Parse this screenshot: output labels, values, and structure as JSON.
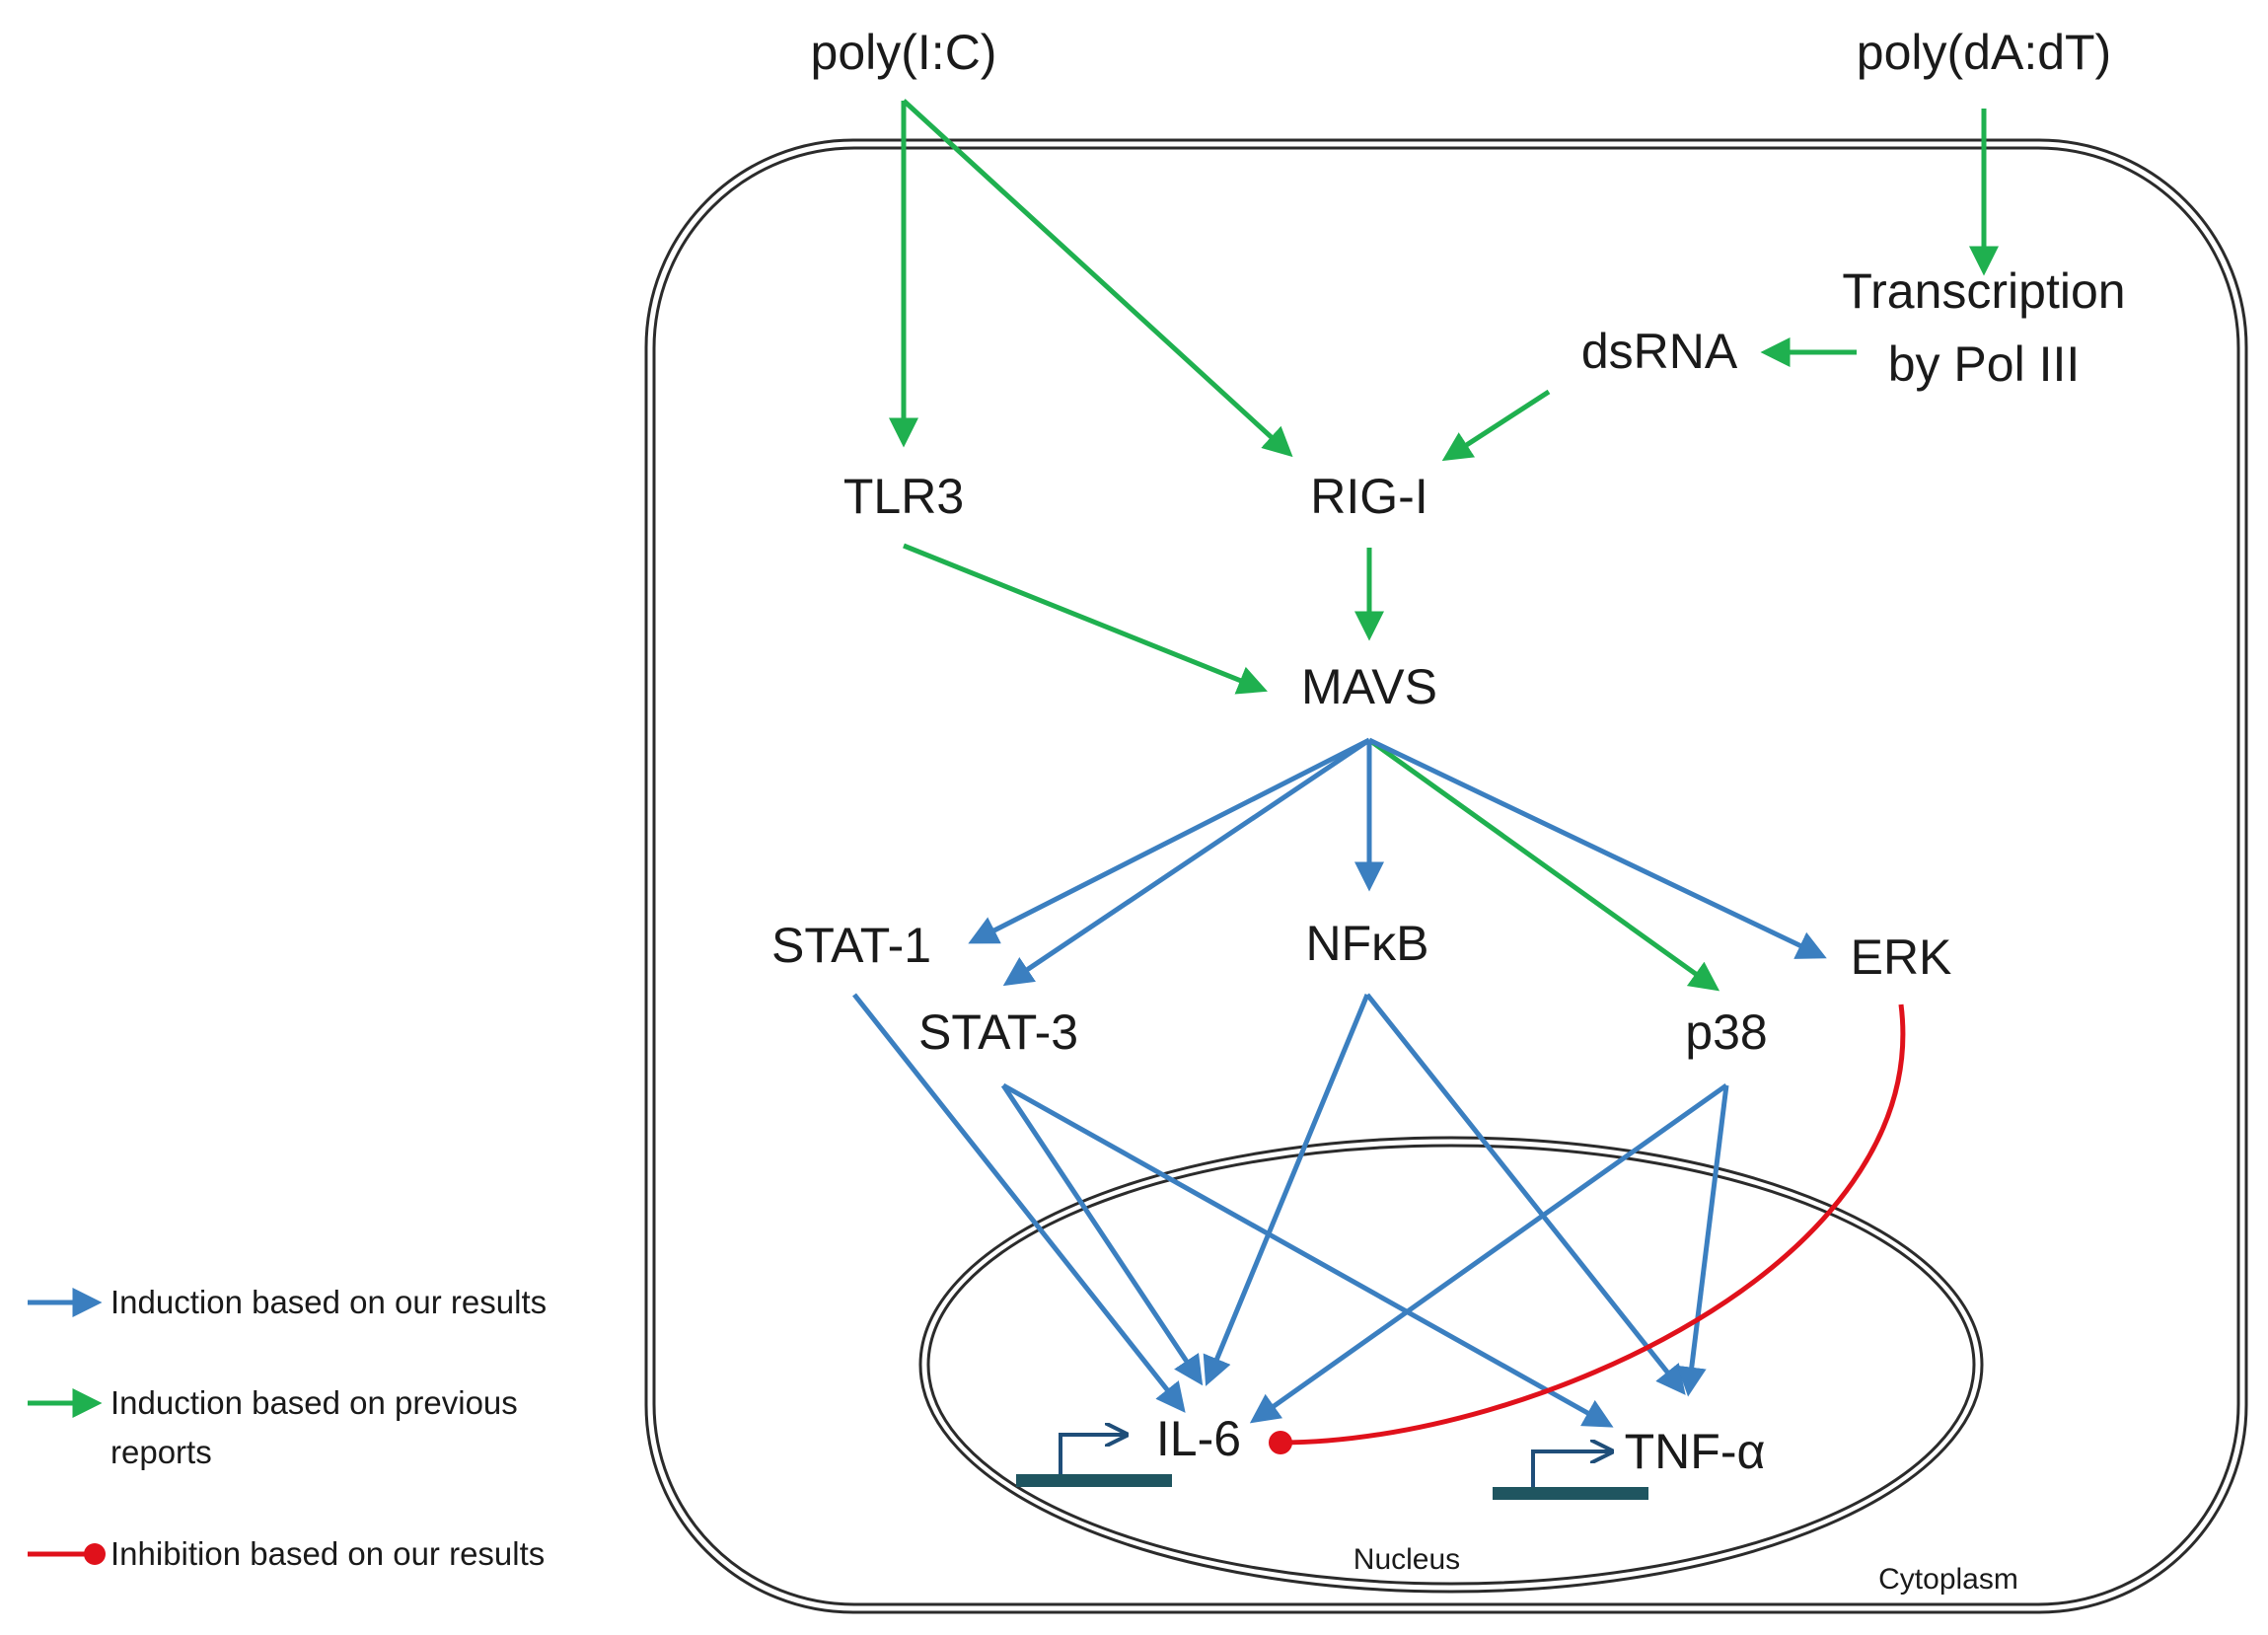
{
  "nodes": {
    "poly_ic": "poly(I:C)",
    "poly_dadt": "poly(dA:dT)",
    "transcription_line1": "Transcription",
    "transcription_line2": "by Pol III",
    "dsrna": "dsRNA",
    "tlr3": "TLR3",
    "rigi": "RIG-I",
    "mavs": "MAVS",
    "stat1": "STAT-1",
    "stat3": "STAT-3",
    "nfkb": "NFκB",
    "p38": "p38",
    "erk": "ERK",
    "il6": "IL-6",
    "tnfa": "TNF-α"
  },
  "compartments": {
    "nucleus": "Nucleus",
    "cytoplasm": "Cytoplasm"
  },
  "legend": {
    "blue_line1": "Induction based on our results",
    "green_line1": "Induction based on previous",
    "green_line2": "reports",
    "red_line1": "Inhibition based on our results"
  },
  "colors": {
    "induction_ours": "#3b7fc0",
    "induction_previous": "#1fb04f",
    "inhibition_ours": "#e0111b",
    "gene_bar": "#1f5560",
    "promoter_arrow": "#1f4e79"
  }
}
